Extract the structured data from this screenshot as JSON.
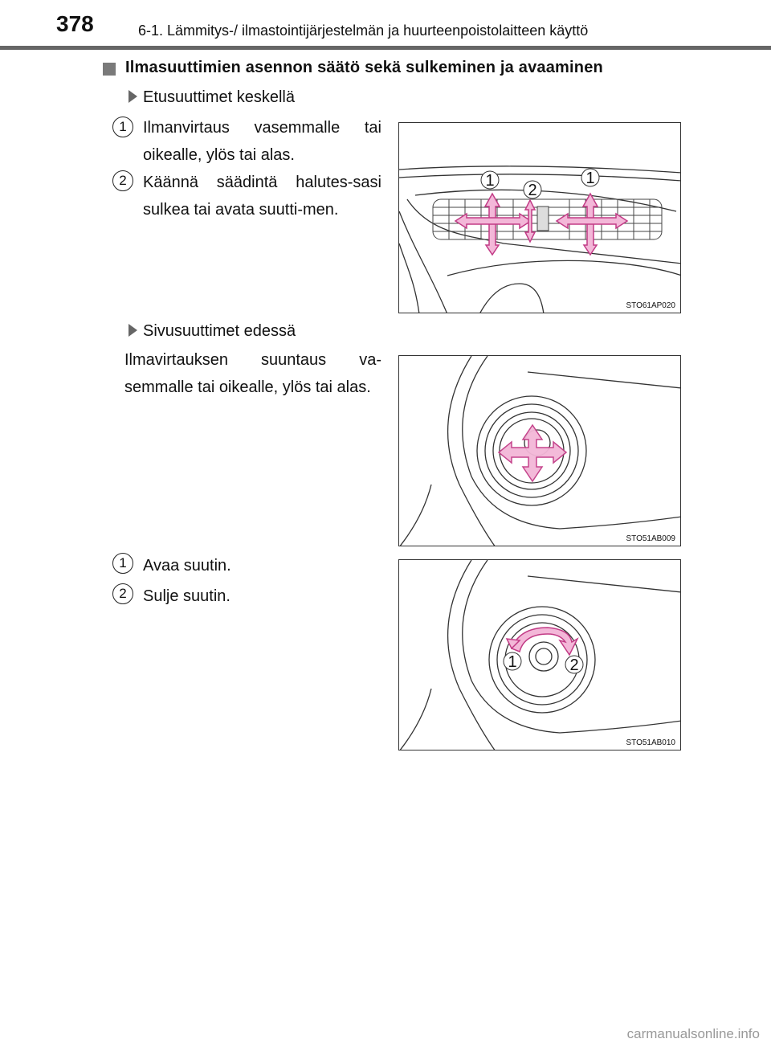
{
  "header": {
    "page_number": "378",
    "title": "6-1. Lämmitys-/ ilmastointijärjestelmän ja huurteenpoistolaitteen käyttö"
  },
  "section": {
    "title": "Ilmasuuttimien asennon säätö sekä sulkeminen ja avaaminen"
  },
  "front_center": {
    "heading": "Etusuuttimet keskellä",
    "step1_num": "1",
    "step1_text": "Ilmanvirtaus vasemmalle tai oikealle, ylös tai alas.",
    "step2_num": "2",
    "step2_text": "Käännä säädintä halutes-sasi sulkea tai avata suutti-men.",
    "figure_code": "STO61AP020",
    "callouts": [
      "1",
      "2",
      "1"
    ]
  },
  "front_side": {
    "heading": "Sivusuuttimet edessä",
    "text": "Ilmavirtauksen suuntaus va-semmalle tai oikealle, ylös tai alas.",
    "figure_code": "STO51AB009"
  },
  "open_close": {
    "step1_num": "1",
    "step1_text": "Avaa suutin.",
    "step2_num": "2",
    "step2_text": "Sulje suutin.",
    "figure_code": "STO51AB010",
    "callouts": [
      "1",
      "2"
    ]
  },
  "footer": {
    "watermark": "carmanualsonline.info"
  },
  "colors": {
    "arrow_fill": "#f3b7d8",
    "arrow_stroke": "#c23b86",
    "rule": "#666666"
  }
}
